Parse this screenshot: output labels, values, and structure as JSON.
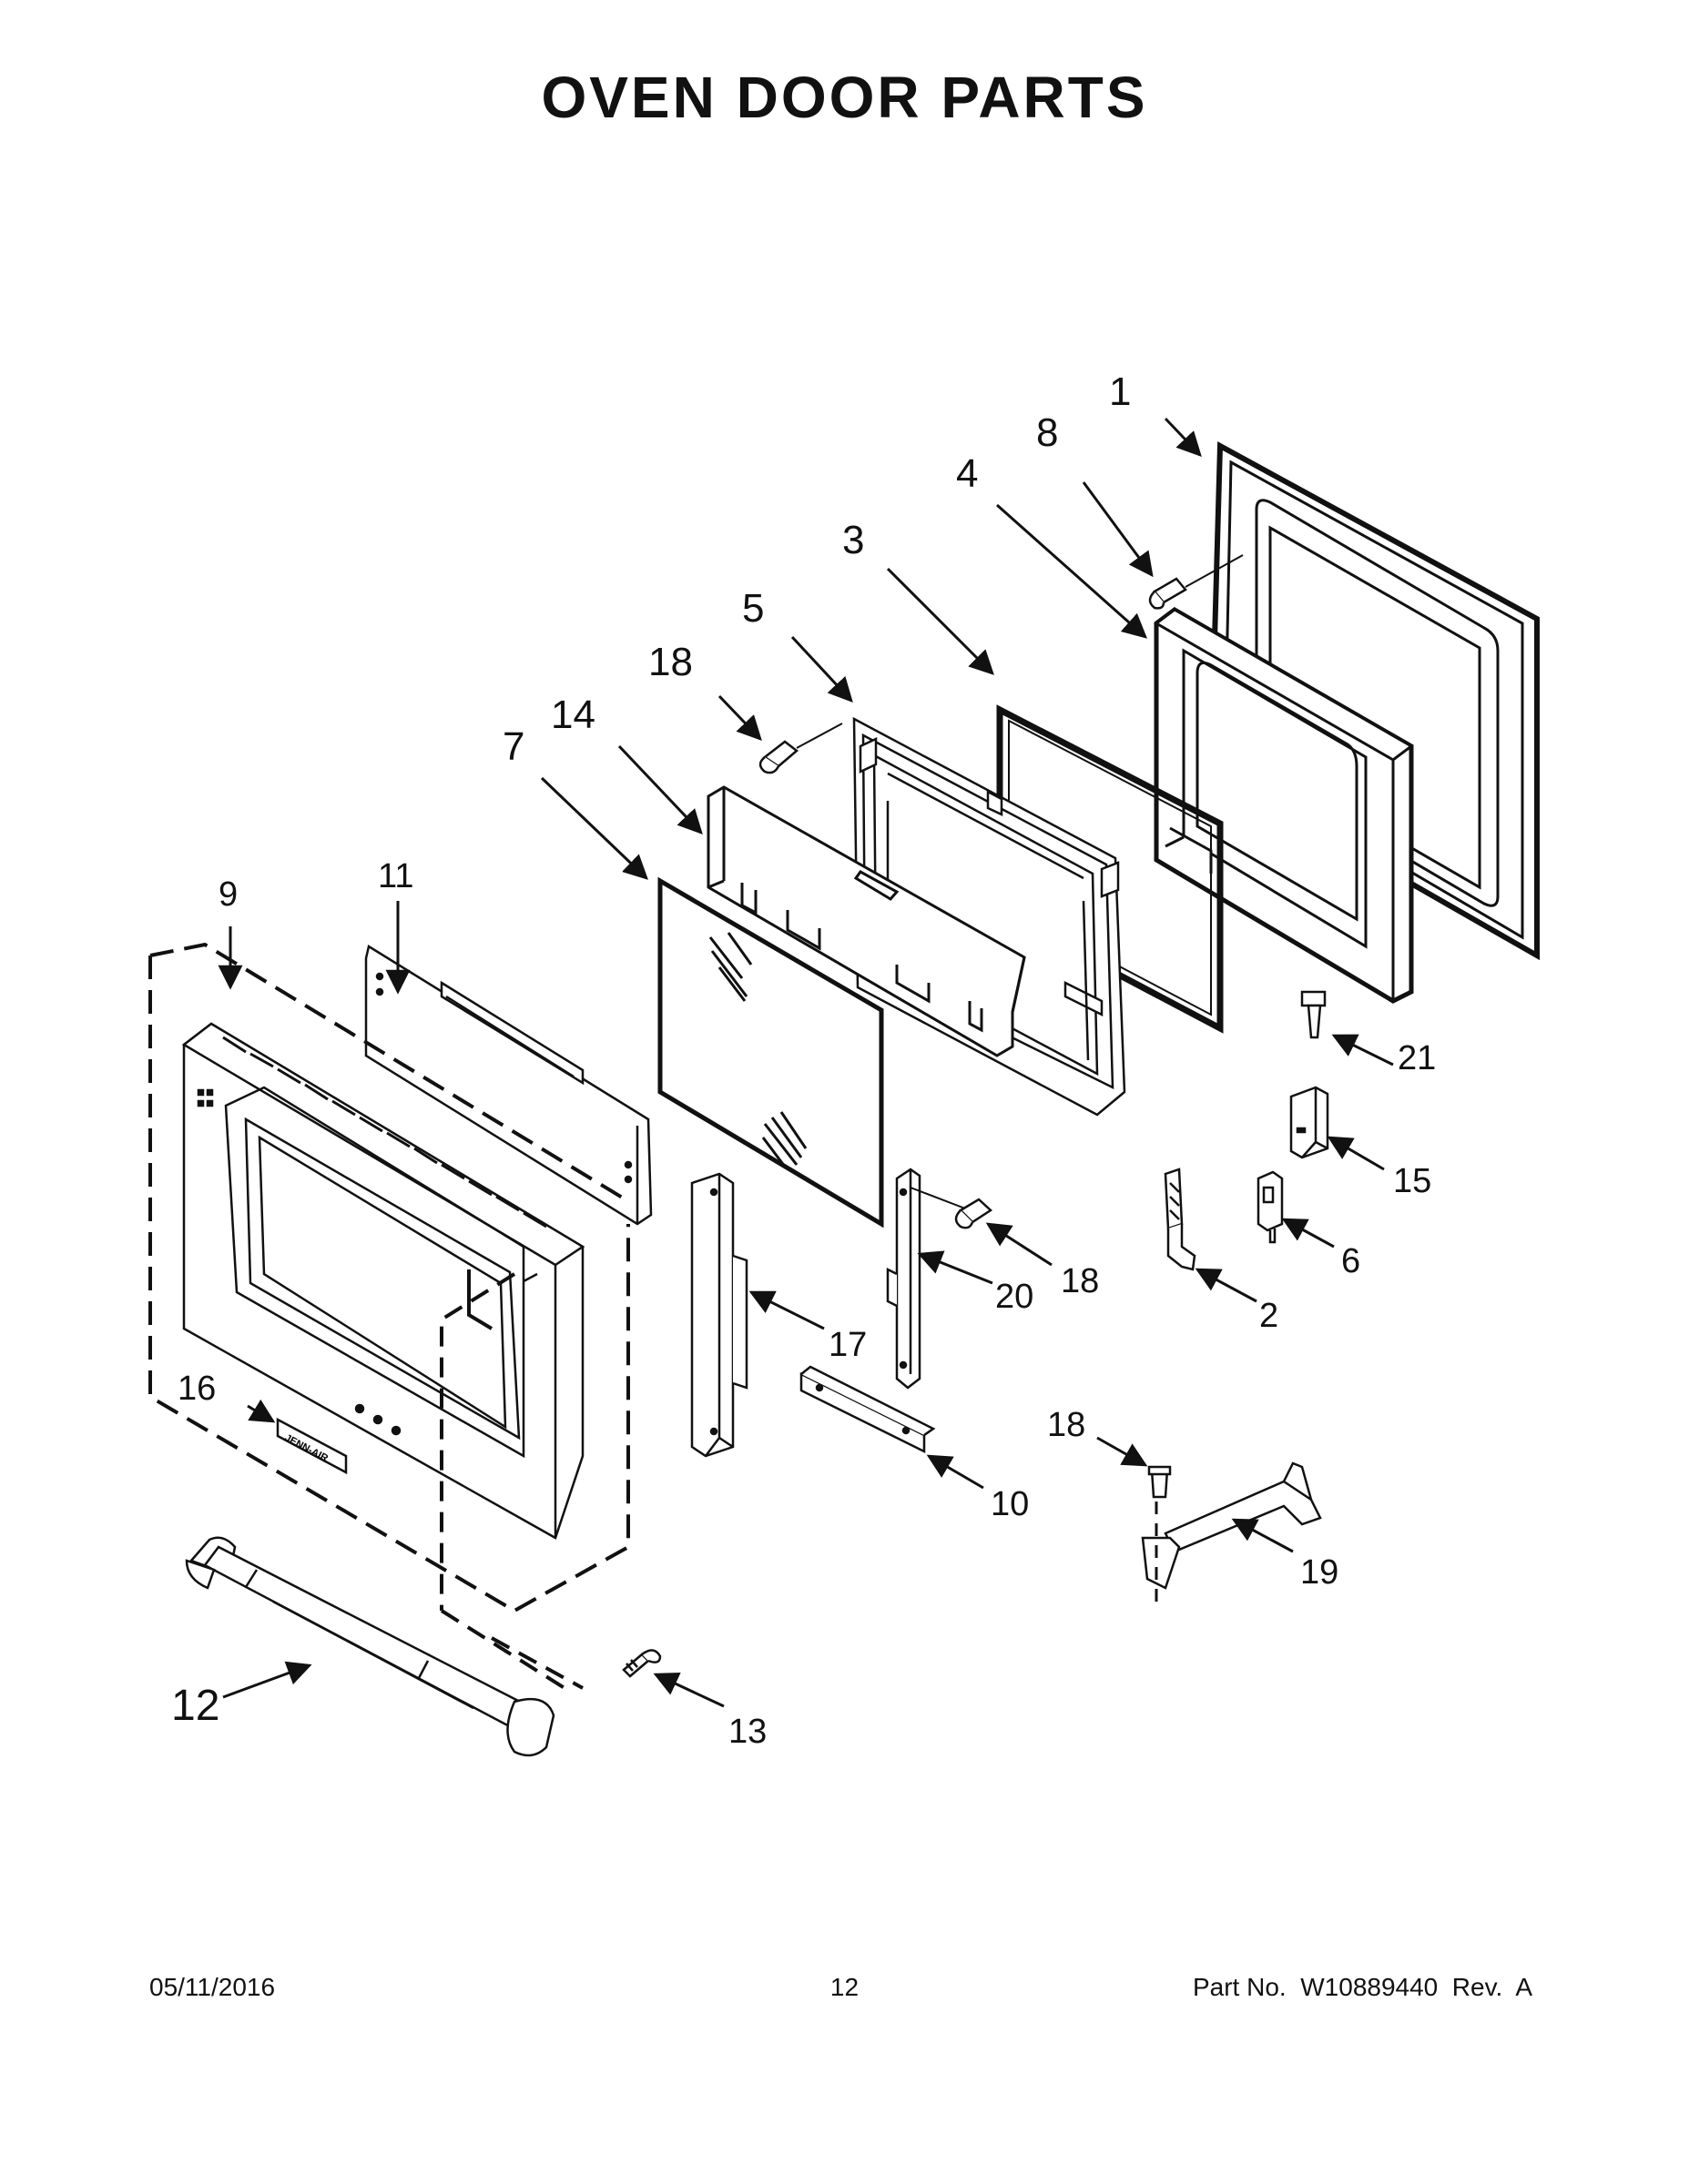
{
  "title": "OVEN DOOR PARTS",
  "callouts": {
    "c1": "1",
    "c2": "2",
    "c3": "3",
    "c4": "4",
    "c5": "5",
    "c6": "6",
    "c7": "7",
    "c8": "8",
    "c9": "9",
    "c10": "10",
    "c11": "11",
    "c12": "12",
    "c13": "13",
    "c14": "14",
    "c15": "15",
    "c16": "16",
    "c17": "17",
    "c18": "18",
    "c19": "19",
    "c20": "20",
    "c21": "21"
  },
  "brand_logo": "JENN-AIR",
  "footer": {
    "date": "05/11/2016",
    "page": "12",
    "part": "Part No.  W10889440  Rev.  A"
  }
}
